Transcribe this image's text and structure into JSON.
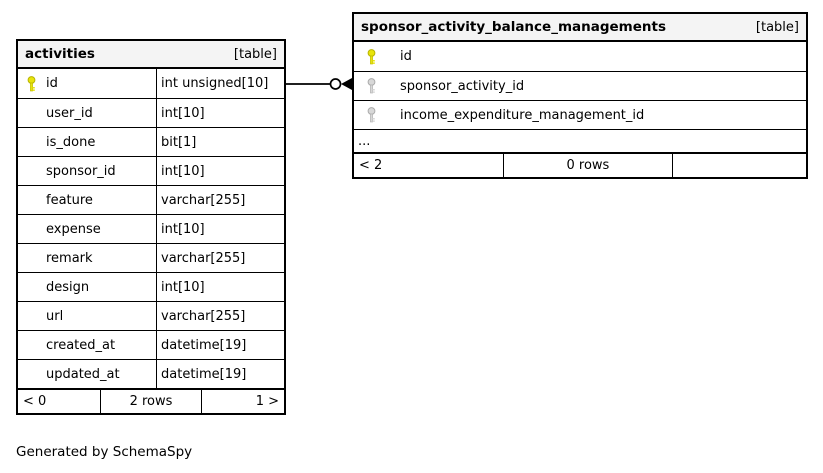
{
  "diagram": {
    "generated_by": "Generated by SchemaSpy"
  },
  "colors": {
    "header_bg": "#f4f4f4",
    "border": "#000000",
    "pk_fill": "#e8e40c",
    "pk_stroke": "#b8b400",
    "fk_fill": "#d8d8d8",
    "fk_stroke": "#ababab"
  },
  "activities_table": {
    "title": "activities",
    "badge": "[table]",
    "columns": [
      {
        "name": "id",
        "type": "int unsigned[10]",
        "key": "primary"
      },
      {
        "name": "user_id",
        "type": "int[10]",
        "key": "none"
      },
      {
        "name": "is_done",
        "type": "bit[1]",
        "key": "none"
      },
      {
        "name": "sponsor_id",
        "type": "int[10]",
        "key": "none"
      },
      {
        "name": "feature",
        "type": "varchar[255]",
        "key": "none"
      },
      {
        "name": "expense",
        "type": "int[10]",
        "key": "none"
      },
      {
        "name": "remark",
        "type": "varchar[255]",
        "key": "none"
      },
      {
        "name": "design",
        "type": "int[10]",
        "key": "none"
      },
      {
        "name": "url",
        "type": "varchar[255]",
        "key": "none"
      },
      {
        "name": "created_at",
        "type": "datetime[19]",
        "key": "none"
      },
      {
        "name": "updated_at",
        "type": "datetime[19]",
        "key": "none"
      }
    ],
    "footer": {
      "left": "< 0",
      "center": "2 rows",
      "right": "1 >"
    }
  },
  "sponsor_table": {
    "title": "sponsor_activity_balance_managements",
    "badge": "[table]",
    "columns": [
      {
        "name": "id",
        "key": "primary"
      },
      {
        "name": "sponsor_activity_id",
        "key": "foreign"
      },
      {
        "name": "income_expenditure_management_id",
        "key": "foreign"
      }
    ],
    "ellipsis": "...",
    "footer": {
      "left": "< 2",
      "center": "0 rows",
      "right": ""
    }
  }
}
